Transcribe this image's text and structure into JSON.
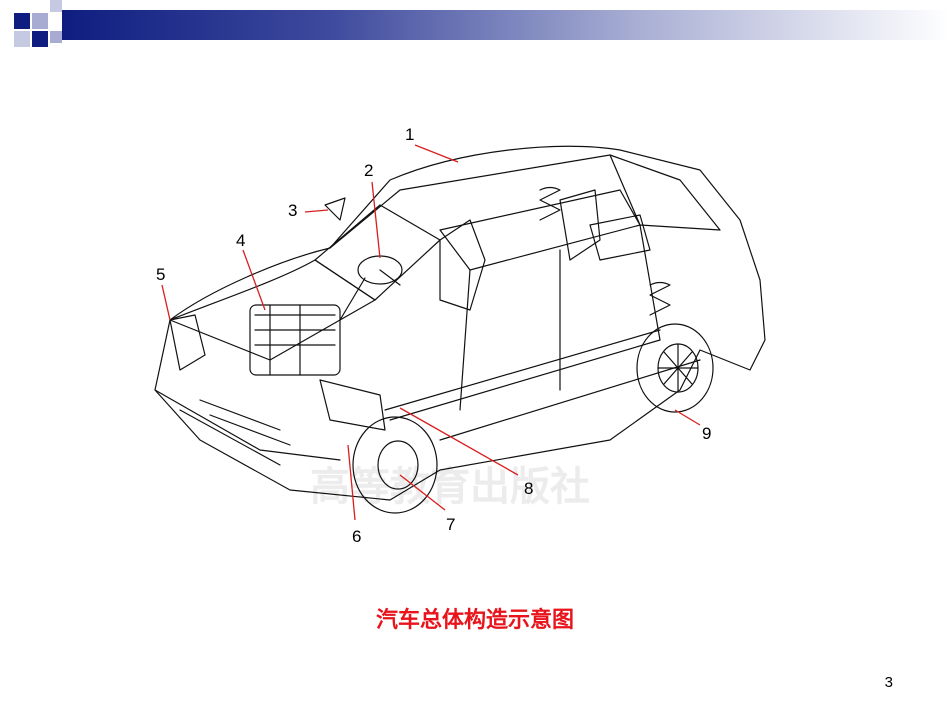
{
  "slide": {
    "caption": "汽车总体构造示意图",
    "page_number": "3"
  },
  "diagram": {
    "watermark": "高等教育出版社",
    "callouts": [
      "1",
      "2",
      "3",
      "4",
      "5",
      "6",
      "7",
      "8",
      "9"
    ]
  },
  "colors": {
    "accent": "#e8131b",
    "header_blue": "#0f1d80",
    "leader_line": "#d81e1e"
  }
}
